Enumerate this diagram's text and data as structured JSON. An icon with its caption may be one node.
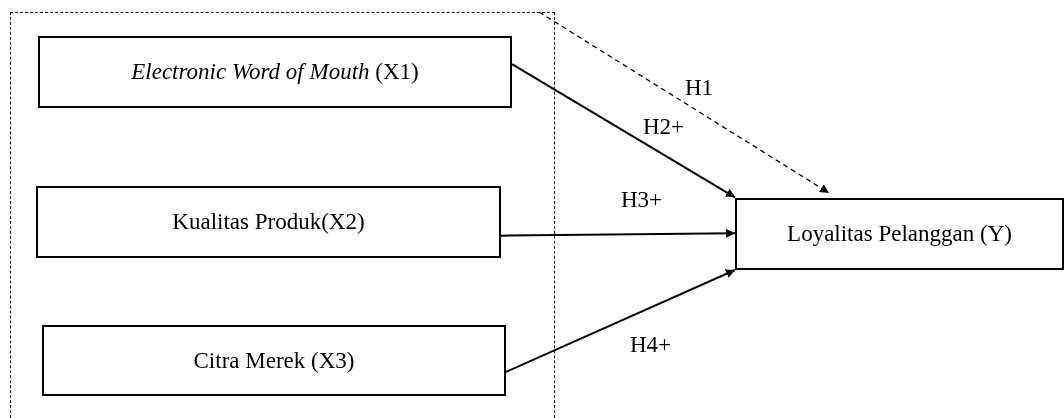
{
  "diagram": {
    "nodes": [
      {
        "text": [],
        "shape": "box"
      },
      {
        "text": [
          "*Electronic Word of Mouth* (X1)"
        ],
        "in": 0
      },
      {
        "text": [
          "Kualitas Produk(X2)"
        ],
        "in": 0
      },
      {
        "text": [
          "Citra Merek (X3)"
        ],
        "in": 0
      },
      {
        "text": [
          "Loyalitas Pelanggan (Y)"
        ]
      }
    ],
    "edges": [
      {
        "from": 0,
        "to": 4,
        "arrow": "to",
        "label": "H1",
        "style": "dashed"
      },
      {
        "from": 1,
        "to": 4,
        "arrow": "to",
        "label": "H2+"
      },
      {
        "from": 2,
        "to": 4,
        "arrow": "to",
        "label": "H3+"
      },
      {
        "from": 3,
        "to": 4,
        "arrow": "to",
        "label": "H4+"
      }
    ]
  }
}
